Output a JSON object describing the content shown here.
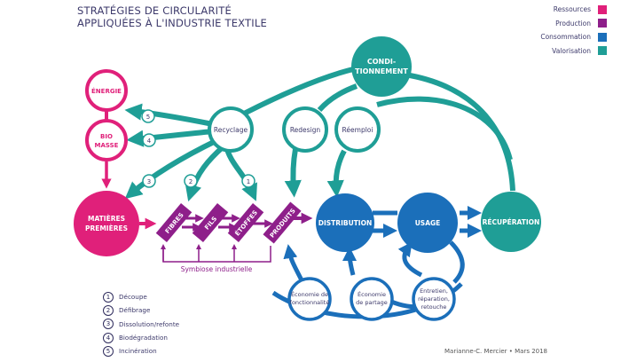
{
  "title": {
    "line1": "STRATÉGIES DE CIRCULARITÉ",
    "line2": "APPLIQUÉES À L'INDUSTRIE TEXTILE"
  },
  "colors": {
    "ressources": "#e0207a",
    "production": "#8e1f8a",
    "consommation": "#1b6fba",
    "valorisation": "#1f9e96",
    "text": "#3d3a6b"
  },
  "legend": [
    {
      "label": "Ressources",
      "color": "#e0207a"
    },
    {
      "label": "Production",
      "color": "#8e1f8a"
    },
    {
      "label": "Consommation",
      "color": "#1b6fba"
    },
    {
      "label": "Valorisation",
      "color": "#1f9e96"
    }
  ],
  "nodes": {
    "energie": "ÉNERGIE",
    "biomasse_1": "BIO",
    "biomasse_2": "MASSE",
    "matieres_1": "MATIÈRES",
    "matieres_2": "PREMIÈRES",
    "fibres": "FIBRES",
    "fils": "FILS",
    "etoffes": "ÉTOFFES",
    "produits": "PRODUITS",
    "distribution": "DISTRIBUTION",
    "usage": "USAGE",
    "recuperation": "RÉCUPÉRATION",
    "conditionnement_1": "CONDI-",
    "conditionnement_2": "TIONNEMENT",
    "recyclage": "Recyclage",
    "redesign": "Redesign",
    "reemploi": "Réemploi",
    "eco_fonct_1": "Économie de",
    "eco_fonct_2": "fonctionnalité",
    "eco_partage_1": "Économie",
    "eco_partage_2": "de partage",
    "entretien_1": "Entretien,",
    "entretien_2": "réparation,",
    "entretien_3": "retouche",
    "symbiose": "Symbiose industrielle"
  },
  "process_badges": [
    "5",
    "4",
    "3",
    "2",
    "1"
  ],
  "key": [
    {
      "num": "1",
      "label": "Découpe"
    },
    {
      "num": "2",
      "label": "Défibrage"
    },
    {
      "num": "3",
      "label": "Dissolution/refonte"
    },
    {
      "num": "4",
      "label": "Biodégradation"
    },
    {
      "num": "5",
      "label": "Incinération"
    }
  ],
  "credit": "Marianne-C. Mercier • Mars 2018"
}
